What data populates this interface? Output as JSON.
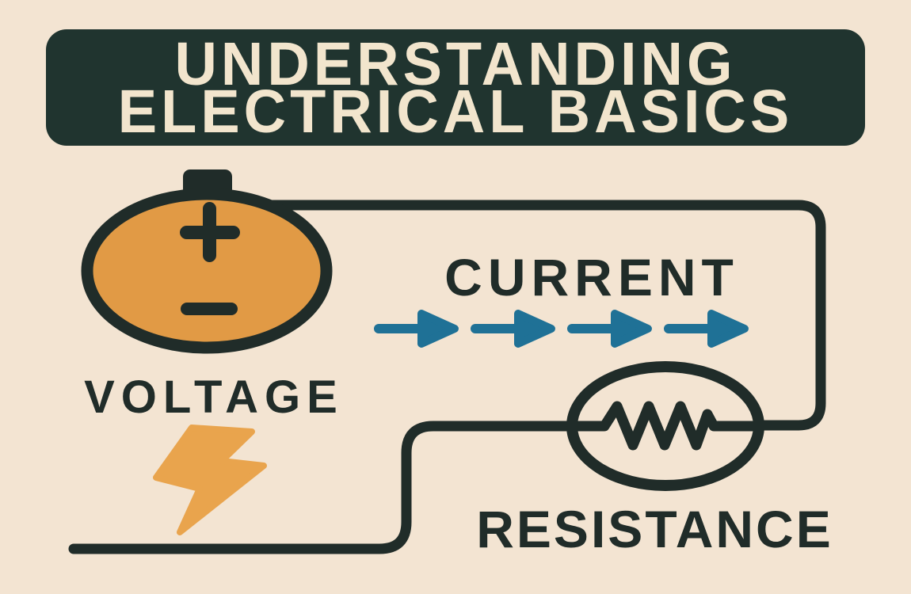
{
  "title": {
    "line1": "UNDERSTANDING",
    "line2": "ELECTRICAL BASICS"
  },
  "labels": {
    "voltage": "VOLTAGE",
    "current": "CURRENT",
    "resistance": "RESISTANCE"
  },
  "battery": {
    "positive_terminal": "+",
    "negative_terminal": "−"
  },
  "current_flow": {
    "arrow_count": 4,
    "direction": "right"
  },
  "icons": [
    "battery-icon",
    "lightning-bolt-icon",
    "resistor-icon",
    "current-arrow-icon"
  ],
  "colors": {
    "background": "#f3e4d2",
    "header_bg": "#20342f",
    "header_text": "#f2e5cd",
    "ink": "#202c29",
    "battery_fill": "#e19a45",
    "bolt": "#e9a44d",
    "arrow": "#1f7196"
  }
}
